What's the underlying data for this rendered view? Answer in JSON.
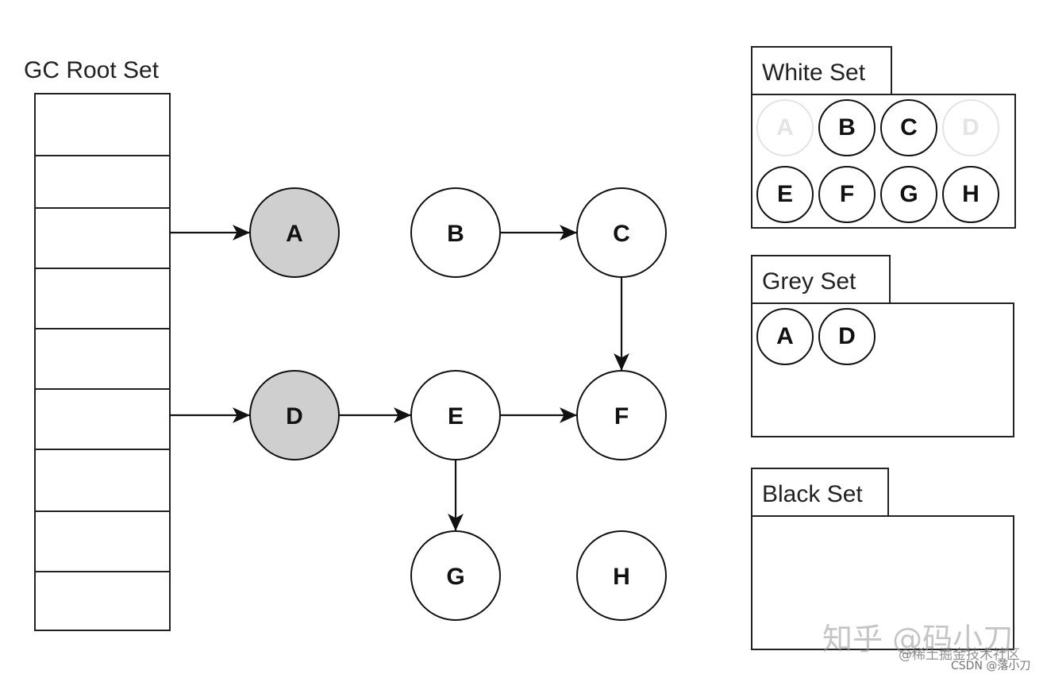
{
  "root_set": {
    "title": "GC Root Set",
    "slot_count": 9
  },
  "graph": {
    "nodes": [
      {
        "id": "A",
        "label": "A",
        "fill": "#cfcfcf"
      },
      {
        "id": "B",
        "label": "B",
        "fill": "#ffffff"
      },
      {
        "id": "C",
        "label": "C",
        "fill": "#ffffff"
      },
      {
        "id": "D",
        "label": "D",
        "fill": "#cfcfcf"
      },
      {
        "id": "E",
        "label": "E",
        "fill": "#ffffff"
      },
      {
        "id": "F",
        "label": "F",
        "fill": "#ffffff"
      },
      {
        "id": "G",
        "label": "G",
        "fill": "#ffffff"
      },
      {
        "id": "H",
        "label": "H",
        "fill": "#ffffff"
      }
    ],
    "edges": [
      {
        "from": "root-slot-3",
        "to": "A"
      },
      {
        "from": "root-slot-6",
        "to": "D"
      },
      {
        "from": "B",
        "to": "C"
      },
      {
        "from": "C",
        "to": "F"
      },
      {
        "from": "D",
        "to": "E"
      },
      {
        "from": "E",
        "to": "F"
      },
      {
        "from": "E",
        "to": "G"
      }
    ]
  },
  "sets": {
    "white": {
      "title": "White Set",
      "items": [
        {
          "label": "A",
          "faded": true
        },
        {
          "label": "B",
          "faded": false
        },
        {
          "label": "C",
          "faded": false
        },
        {
          "label": "D",
          "faded": true
        },
        {
          "label": "E",
          "faded": false
        },
        {
          "label": "F",
          "faded": false
        },
        {
          "label": "G",
          "faded": false
        },
        {
          "label": "H",
          "faded": false
        }
      ]
    },
    "grey": {
      "title": "Grey Set",
      "items": [
        {
          "label": "A",
          "faded": false
        },
        {
          "label": "D",
          "faded": false
        }
      ]
    },
    "black": {
      "title": "Black Set",
      "items": []
    }
  },
  "watermarks": {
    "zhihu": "知乎 @码小刀",
    "juejin": "@稀土掘金技术社区",
    "csdn": "CSDN @落小刀"
  },
  "colors": {
    "grey_node": "#cfcfcf",
    "white_node": "#ffffff",
    "stroke": "#111111",
    "faded": "#e4e4e4"
  }
}
